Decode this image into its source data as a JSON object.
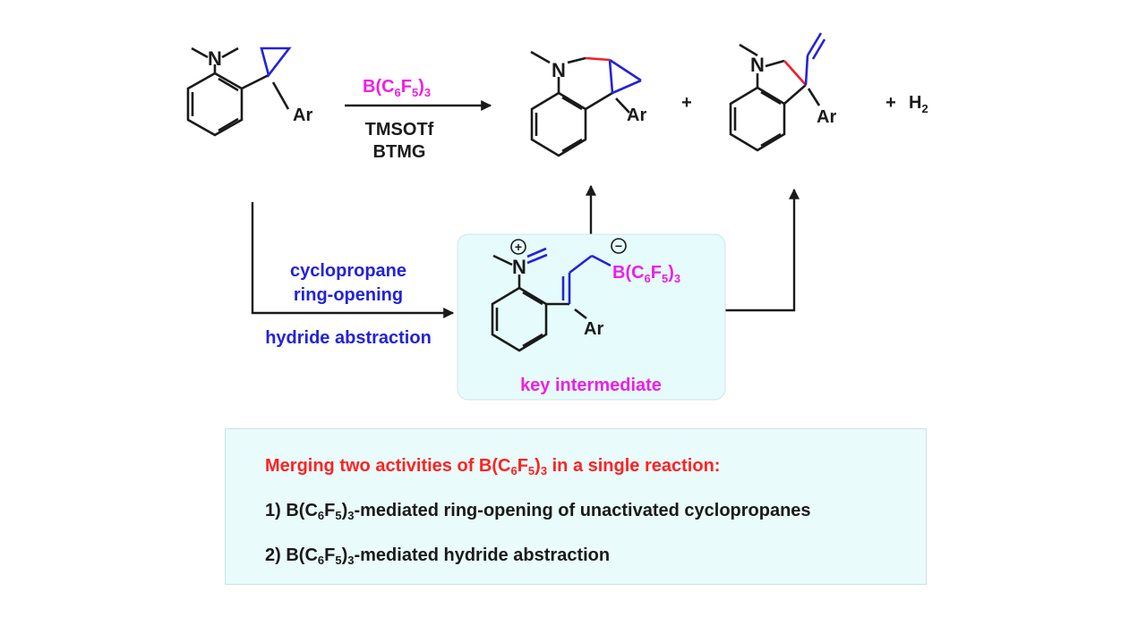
{
  "colors": {
    "bond": "#1a1a1a",
    "blue": "#2323d8",
    "magenta": "#ee1ee8",
    "red": "#ee1f2a",
    "highlight_box": "#e6fbfb"
  },
  "scheme": {
    "start_material": {
      "n_label": "N",
      "ar_label": "Ar"
    },
    "reagents": {
      "catalyst": {
        "base": "B(C",
        "sub1": "6",
        "mid": "F",
        "sub2": "5",
        "end": ")",
        "sub3": "3"
      },
      "additive1": "TMSOTf",
      "additive2": "BTMG"
    },
    "product1": {
      "n_label": "N",
      "ar_label": "Ar"
    },
    "plus1": "+",
    "product2": {
      "n_label": "N",
      "ar_label": "Ar"
    },
    "plus2": "+",
    "byproduct": {
      "base": "H",
      "sub": "2"
    },
    "pathway": {
      "line1": "cyclopropane",
      "line2": "ring-opening",
      "line3": "hydride abstraction"
    },
    "intermediate": {
      "n_label": "N",
      "cation": "+",
      "anion": "−",
      "boron": {
        "base": "B(C",
        "sub1": "6",
        "mid": "F",
        "sub2": "5",
        "end": ")",
        "sub3": "3"
      },
      "ar_label": "Ar",
      "caption": "key intermediate"
    }
  },
  "summary": {
    "line1": {
      "pre": "Merging two activities of B(C",
      "s1": "6",
      "mid": "F",
      "s2": "5",
      "post": ")",
      "s3": "3",
      "tail": " in a single reaction:"
    },
    "line2": {
      "pre": "1) B(C",
      "s1": "6",
      "mid": "F",
      "s2": "5",
      "post": ")",
      "s3": "3",
      "tail": "-mediated ring-opening of unactivated cyclopropanes"
    },
    "line3": {
      "pre": "2) B(C",
      "s1": "6",
      "mid": "F",
      "s2": "5",
      "post": ")",
      "s3": "3",
      "tail": "-mediated hydride abstraction"
    }
  }
}
